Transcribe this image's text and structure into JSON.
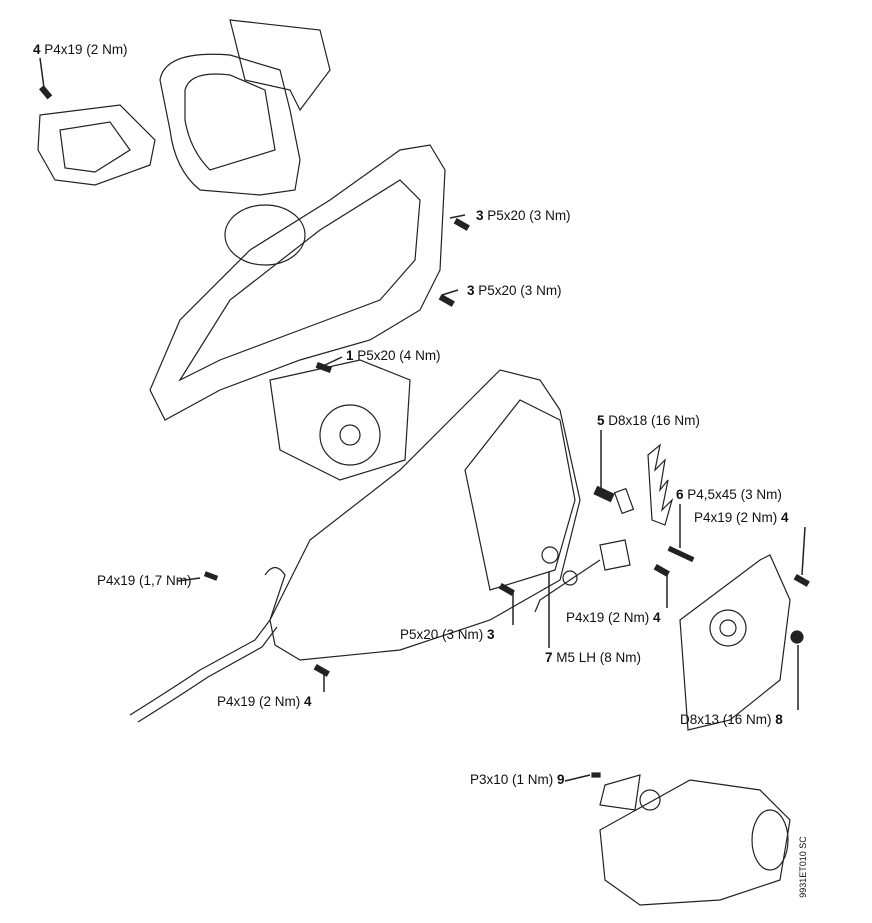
{
  "labels": {
    "a": {
      "num": "4",
      "text": "P4x19 (2 Nm)",
      "num_side": "left"
    },
    "b": {
      "num": "3",
      "text": "P5x20 (3 Nm)",
      "num_side": "left"
    },
    "c": {
      "num": "3",
      "text": "P5x20 (3 Nm)",
      "num_side": "left"
    },
    "d": {
      "num": "1",
      "text": "P5x20 (4 Nm)",
      "num_side": "left"
    },
    "e": {
      "num": "5",
      "text": "D8x18 (16 Nm)",
      "num_side": "left"
    },
    "f": {
      "num": "6",
      "text": "P4,5x45 (3 Nm)",
      "num_side": "left"
    },
    "g": {
      "num": "4",
      "text": "P4x19 (2 Nm)",
      "num_side": "right"
    },
    "h": {
      "num": "",
      "text": "P4x19 (1,7 Nm)",
      "num_side": "none"
    },
    "i": {
      "num": "4",
      "text": "P4x19 (2 Nm)",
      "num_side": "right"
    },
    "j": {
      "num": "3",
      "text": "P5x20 (3 Nm)",
      "num_side": "right"
    },
    "k": {
      "num": "7",
      "text": "M5 LH (8 Nm)",
      "num_side": "left"
    },
    "l": {
      "num": "8",
      "text": "D8x13 (16 Nm)",
      "num_side": "right"
    },
    "m": {
      "num": "4",
      "text": "P4x19 (2 Nm)",
      "num_side": "right"
    },
    "n": {
      "num": "9",
      "text": "P3x10 (1 Nm)",
      "num_side": "right"
    }
  },
  "document_id": "9931ET010 SC"
}
